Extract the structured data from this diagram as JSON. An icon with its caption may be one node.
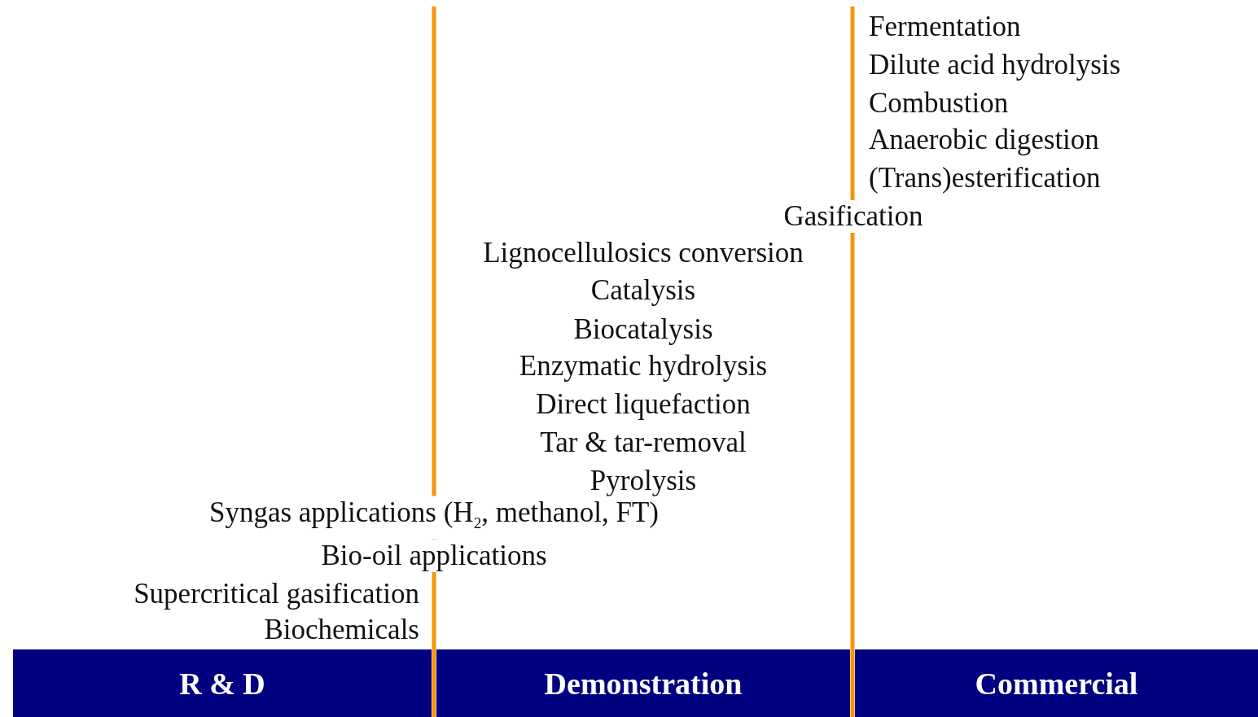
{
  "diagram": {
    "nodes": [
      {
        "text": [
          "R & D"
        ]
      },
      {
        "text": [
          "Demonstration"
        ]
      },
      {
        "text": [
          "Commercial"
        ]
      }
    ],
    "labels": [
      "Fermentation",
      "Dilute acid hydrolysis",
      "Combustion",
      "Anaerobic digestion",
      "(Trans)esterification",
      "Gasification",
      "Lignocellulosics conversion",
      "Catalysis",
      "Biocatalysis",
      "Enzymatic hydrolysis",
      "Direct liquefaction",
      "Tar & tar-removal",
      "Pyrolysis",
      "Syngas applications (H$_{2}$, methanol, FT)",
      "Bio-oil applications",
      "Supercritical gasification",
      "Biochemicals"
    ]
  }
}
